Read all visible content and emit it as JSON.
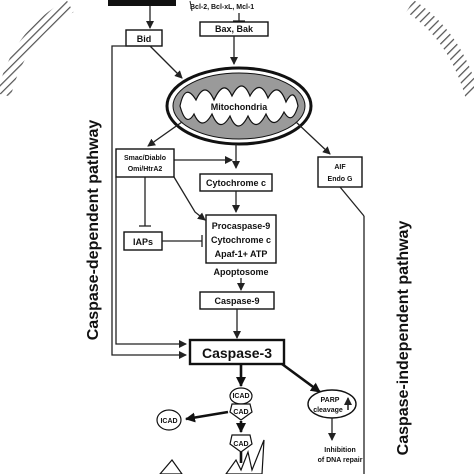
{
  "top_labels": {
    "bcl": "Bcl-2, Bcl-xL, Mcl-1",
    "bid": "Bid",
    "bax": "Bax, Bak"
  },
  "mitochondria": "Mitochondria",
  "smac": {
    "line1": "Smac/Diablo",
    "line2": "Omi/HtrA2"
  },
  "aif": {
    "line1": "AIF",
    "line2": "Endo G"
  },
  "cytochrome": "Cytochrome c",
  "iaps": "IAPs",
  "apoptosome_box": {
    "line1": "Procaspase-9",
    "line2": "Cytochrome c",
    "line3": "Apaf-1+ ATP"
  },
  "apoptosome": "Apoptosome",
  "caspase9": "Caspase-9",
  "caspase3": "Caspase-3",
  "icad": "ICAD",
  "cad": "CAD",
  "parp": {
    "line1": "PARP",
    "line2": "cleavage"
  },
  "inhibition": {
    "line1": "Inhibition",
    "line2": "of DNA repair"
  },
  "side_labels": {
    "left": "Caspase-dependent pathway",
    "right": "Caspase-independent pathway"
  }
}
